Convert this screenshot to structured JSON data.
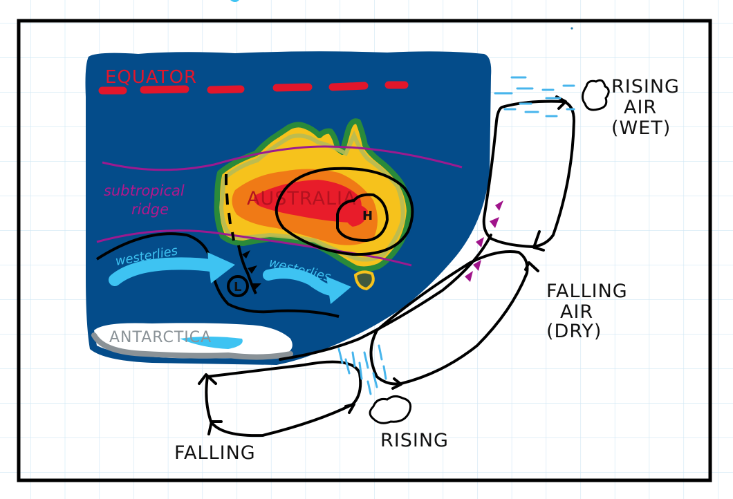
{
  "diagram": {
    "type": "hand-drawn climate diagram",
    "colors": {
      "grid": "#cfe6f4",
      "frame": "#000000",
      "ocean": "#044c8a",
      "equator": "#e2162b",
      "ridge": "#9c1a8f",
      "westerlies": "#3ec3f2",
      "antarctica_text": "#8a9297",
      "arrows_magenta": "#a0148a",
      "rain": "#47b5ec"
    },
    "map": {
      "equator_label": "EQUATOR",
      "continent_label": "AUSTRALIA",
      "ridge_label_line1": "subtropical",
      "ridge_label_line2": "ridge",
      "westerlies_label_1": "westerlies",
      "westerlies_label_2": "westerlies",
      "high_pressure_symbol": "H",
      "low_pressure_symbol": "L",
      "antarctica_label": "ANTARCTICA"
    },
    "circulation": {
      "top_right_line1": "RISING",
      "top_right_line2": "AIR",
      "top_right_line3": "(WET)",
      "middle_right_line1": "FALLING",
      "middle_right_line2": "AIR",
      "middle_right_line3": "(DRY)",
      "bottom_left": "FALLING",
      "bottom_middle": "RISING"
    }
  }
}
